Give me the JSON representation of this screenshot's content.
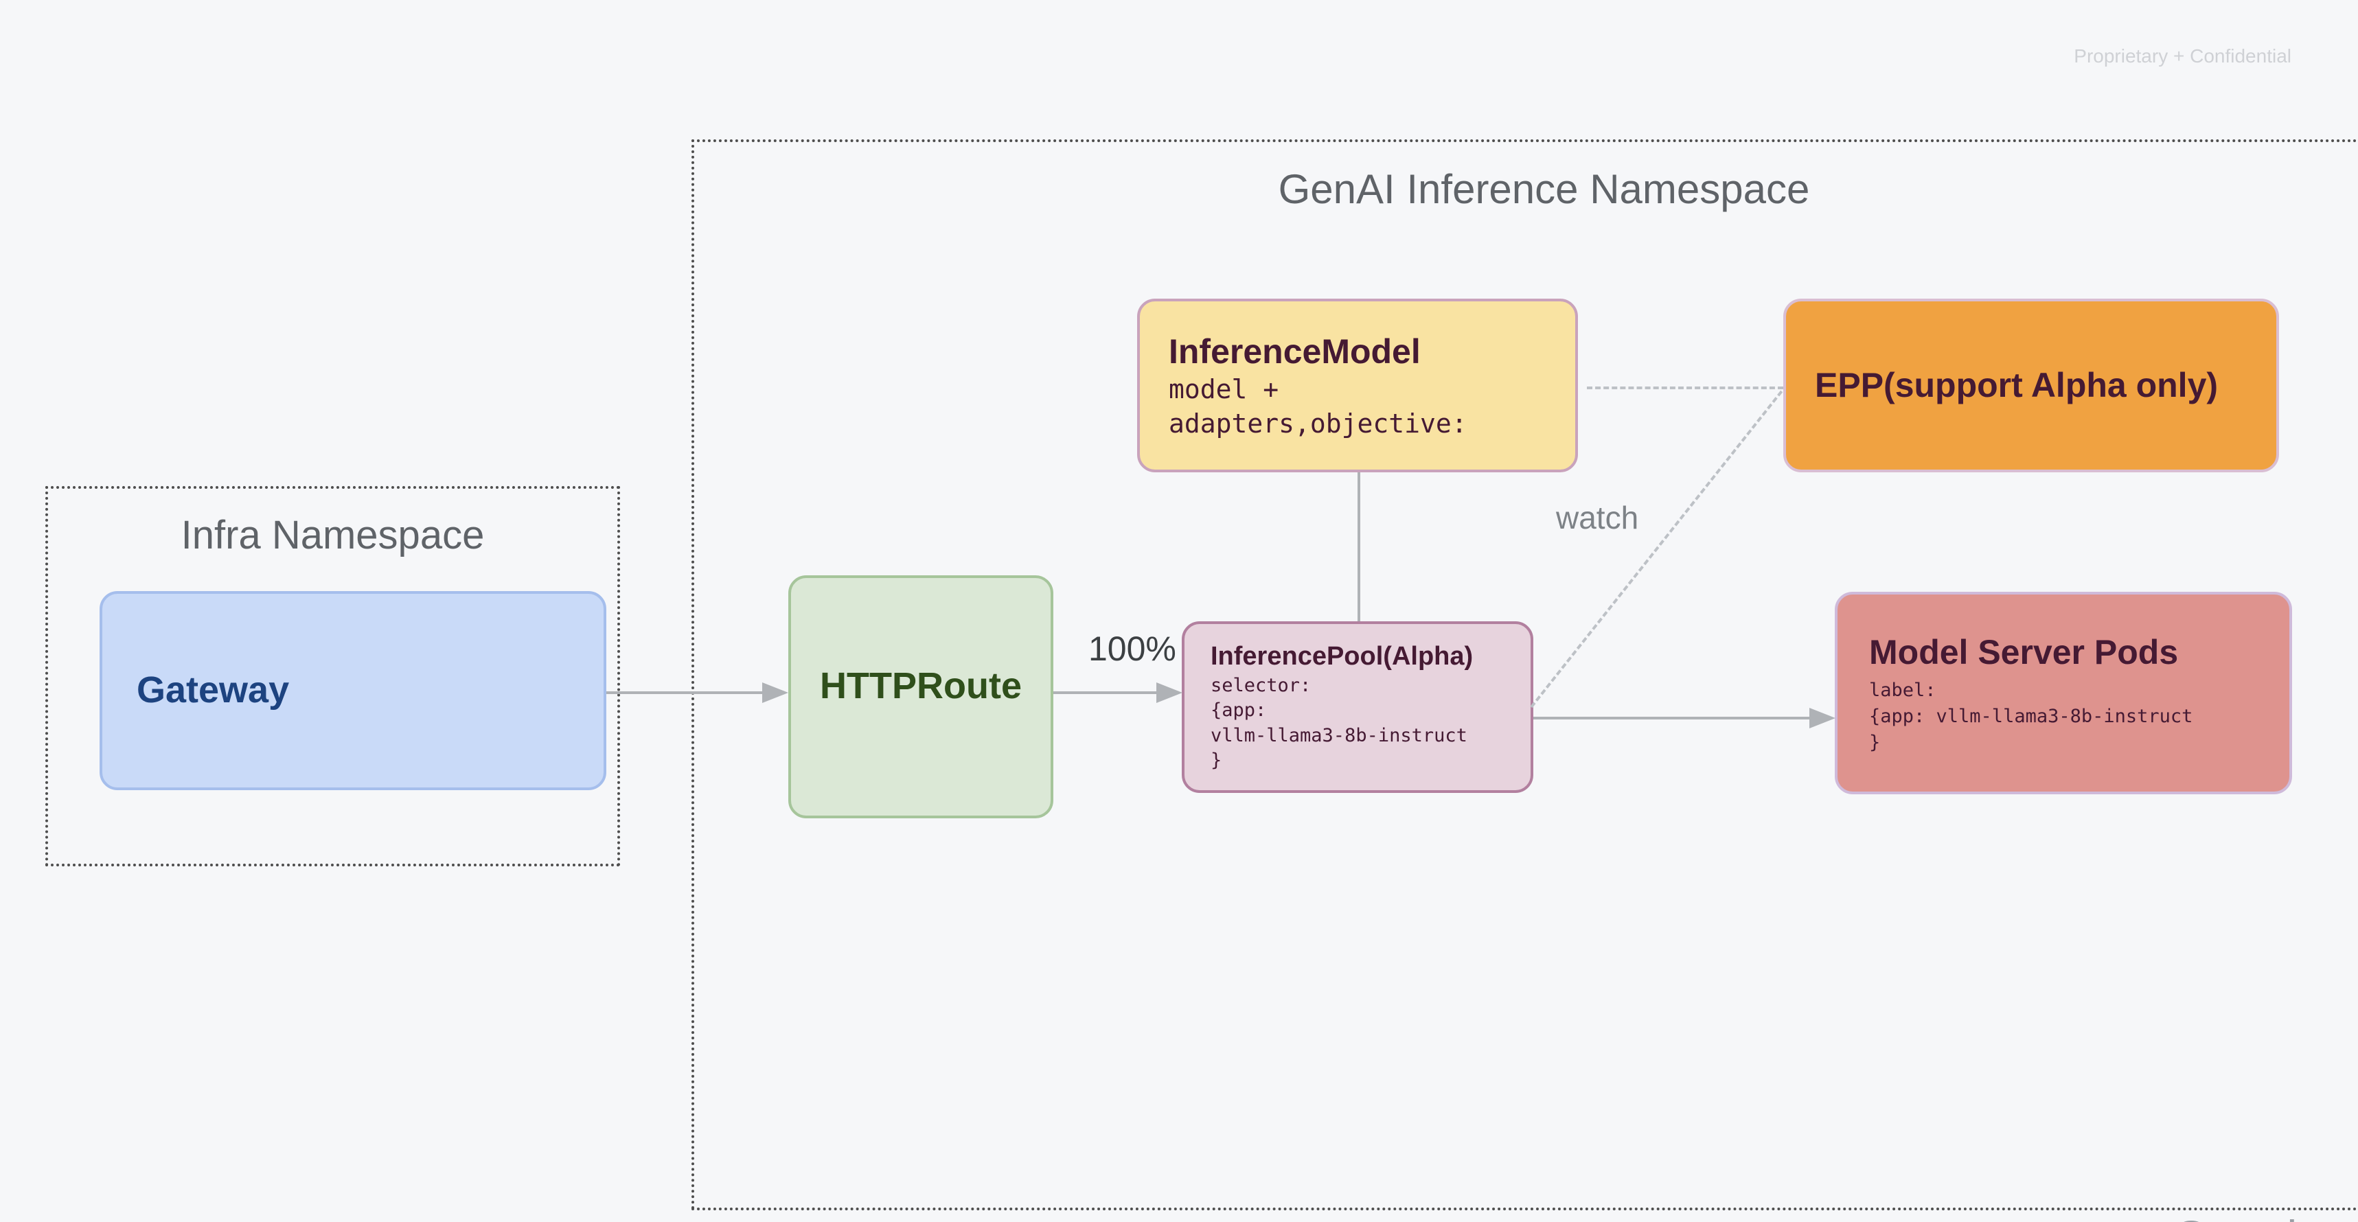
{
  "slide": {
    "watermark": "Proprietary + Confidential",
    "brand_partial": "Google"
  },
  "namespaces": {
    "infra": {
      "title": "Infra Namespace"
    },
    "genai": {
      "title": "GenAI Inference Namespace"
    }
  },
  "nodes": {
    "gateway": {
      "title": "Gateway"
    },
    "httproute": {
      "title": "HTTPRoute"
    },
    "inference_model": {
      "title": "InferenceModel",
      "code_lines": [
        "model +",
        "adapters,objective:"
      ]
    },
    "epp": {
      "title": "EPP(support Alpha only)"
    },
    "inference_pool": {
      "title": "InferencePool(Alpha)",
      "code_lines": [
        "selector:",
        "{app:",
        "vllm-llama3-8b-instruct",
        "}"
      ]
    },
    "model_server_pods": {
      "title": "Model Server Pods",
      "code_lines": [
        "label:",
        "{app: vllm-llama3-8b-instruct",
        "}"
      ]
    }
  },
  "edges": {
    "httproute_weight_label": "100%",
    "watch_label": "watch"
  },
  "colors": {
    "canvas_background": "#F6F7F9",
    "namespace_border": "#4E4E4E",
    "namespace_title_text": "#5F6368",
    "gateway_fill": "#C9DAF8",
    "gateway_border": "#A5BEEC",
    "gateway_text": "#1D4380",
    "httproute_fill": "#DBE8D6",
    "httproute_border": "#A6C59B",
    "httproute_text": "#2F4F1B",
    "inference_model_fill": "#F9E3A2",
    "inference_model_border": "#C9A3BC",
    "epp_fill": "#F0A241",
    "epp_border": "#D9BED3",
    "inference_pool_fill": "#E7D3DD",
    "inference_pool_border": "#B2809F",
    "model_server_fill": "#DE938E",
    "model_server_border": "#CFBADA",
    "dark_plum_text": "#451A33",
    "arrow_gray": "#AFB2B6",
    "dashed_gray": "#BDC1C6",
    "watermark_text": "#CFD1D5"
  }
}
